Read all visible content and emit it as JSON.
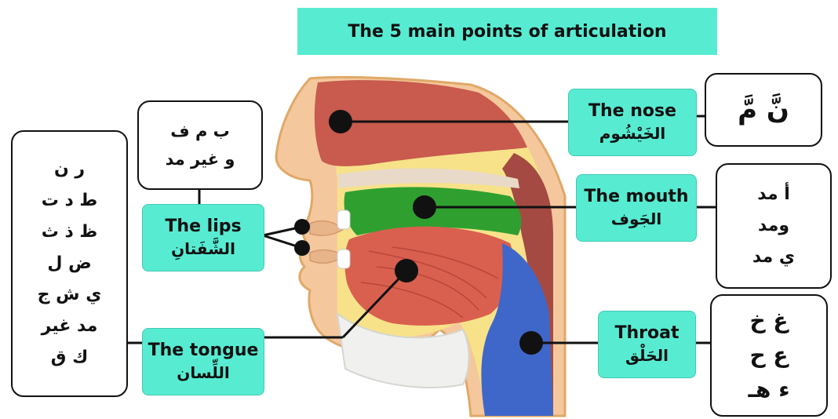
{
  "title": "The 5 main points of articulation",
  "points": {
    "nose": {
      "en": "The nose",
      "ar": "الخَيْشُوم",
      "letters": [
        "نَّ  مَّ"
      ]
    },
    "mouth": {
      "en": "The mouth",
      "ar": "الجَوف",
      "letters": [
        "أ مد",
        "ومد",
        "ي مد"
      ]
    },
    "throat": {
      "en": "Throat",
      "ar": "الحَلْق",
      "letters": [
        "غ خ",
        "ع ح",
        "ء هـ"
      ]
    },
    "lips": {
      "en": "The lips",
      "ar": "الشَّفَتانِ",
      "letters": [
        "ب م ف",
        "و غير مد"
      ]
    },
    "tongue": {
      "en": "The tongue",
      "ar": "اللِّسان",
      "letters": [
        "ر ن",
        "ط د ت",
        "ظ ذ ث",
        "ض ل",
        "ي ش ج",
        "مد غير",
        "ك ق"
      ]
    }
  },
  "colors": {
    "label_fill": "#57ecd2",
    "skin": "#f4c89c",
    "nasal_cavity": "#c85a4e",
    "mouth_cavity": "#2fa02f",
    "tongue": "#d9604f",
    "throat": "#3f67c9"
  }
}
